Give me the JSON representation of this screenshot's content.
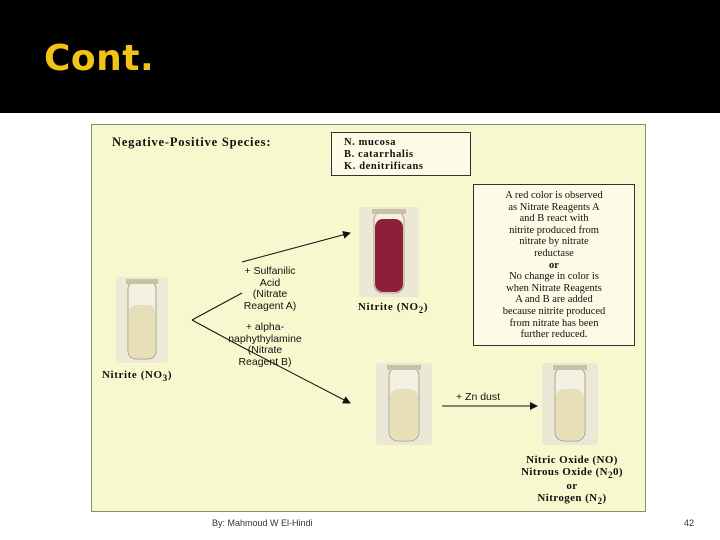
{
  "slide": {
    "title": "Cont.",
    "footer_author": "By: Mahmoud W El-Hindi",
    "page_number": "42"
  },
  "figure": {
    "species_heading": "Negative-Positive Species:",
    "species": [
      "N. mucosa",
      "B. catarrhalis",
      "K. denitrificans"
    ],
    "explanation_lines": [
      "A red color is observed",
      "as Nitrate Reagents A",
      "and B react with",
      "nitrite produced from",
      "nitrate by nitrate",
      "reductase",
      "or",
      "No change in color is",
      "when Nitrate Reagents",
      "A and B are added",
      "because nitrite produced",
      "from nitrate has been",
      "further reduced."
    ],
    "reagent_a_lines": [
      "+ Sulfanilic",
      "Acid",
      "(Nitrate",
      "Reagent A)"
    ],
    "reagent_b_lines": [
      "+ alpha-",
      "naphythylamine",
      "(Nitrate",
      "Reagent B)"
    ],
    "start_tube_label": "Nitrite (NO",
    "start_tube_sub": "3",
    "red_tube_label": "Nitrite (NO",
    "red_tube_sub": "2",
    "zinc_label": "+ Zn dust",
    "products": {
      "line1": "Nitric Oxide (NO)",
      "line2_prefix": "Nitrous Oxide (N",
      "line2_sub": "2",
      "line2_suffix": "0)",
      "line3": "or",
      "line4_prefix": "Nitrogen (N",
      "line4_sub": "2",
      "line4_suffix": ")"
    }
  },
  "colors": {
    "header_bg": "#000000",
    "title": "#f2c314",
    "figure_bg": "#f8f8cf",
    "red_solution": "#8e1f3a",
    "clear_solution": "#e6dfb8"
  }
}
